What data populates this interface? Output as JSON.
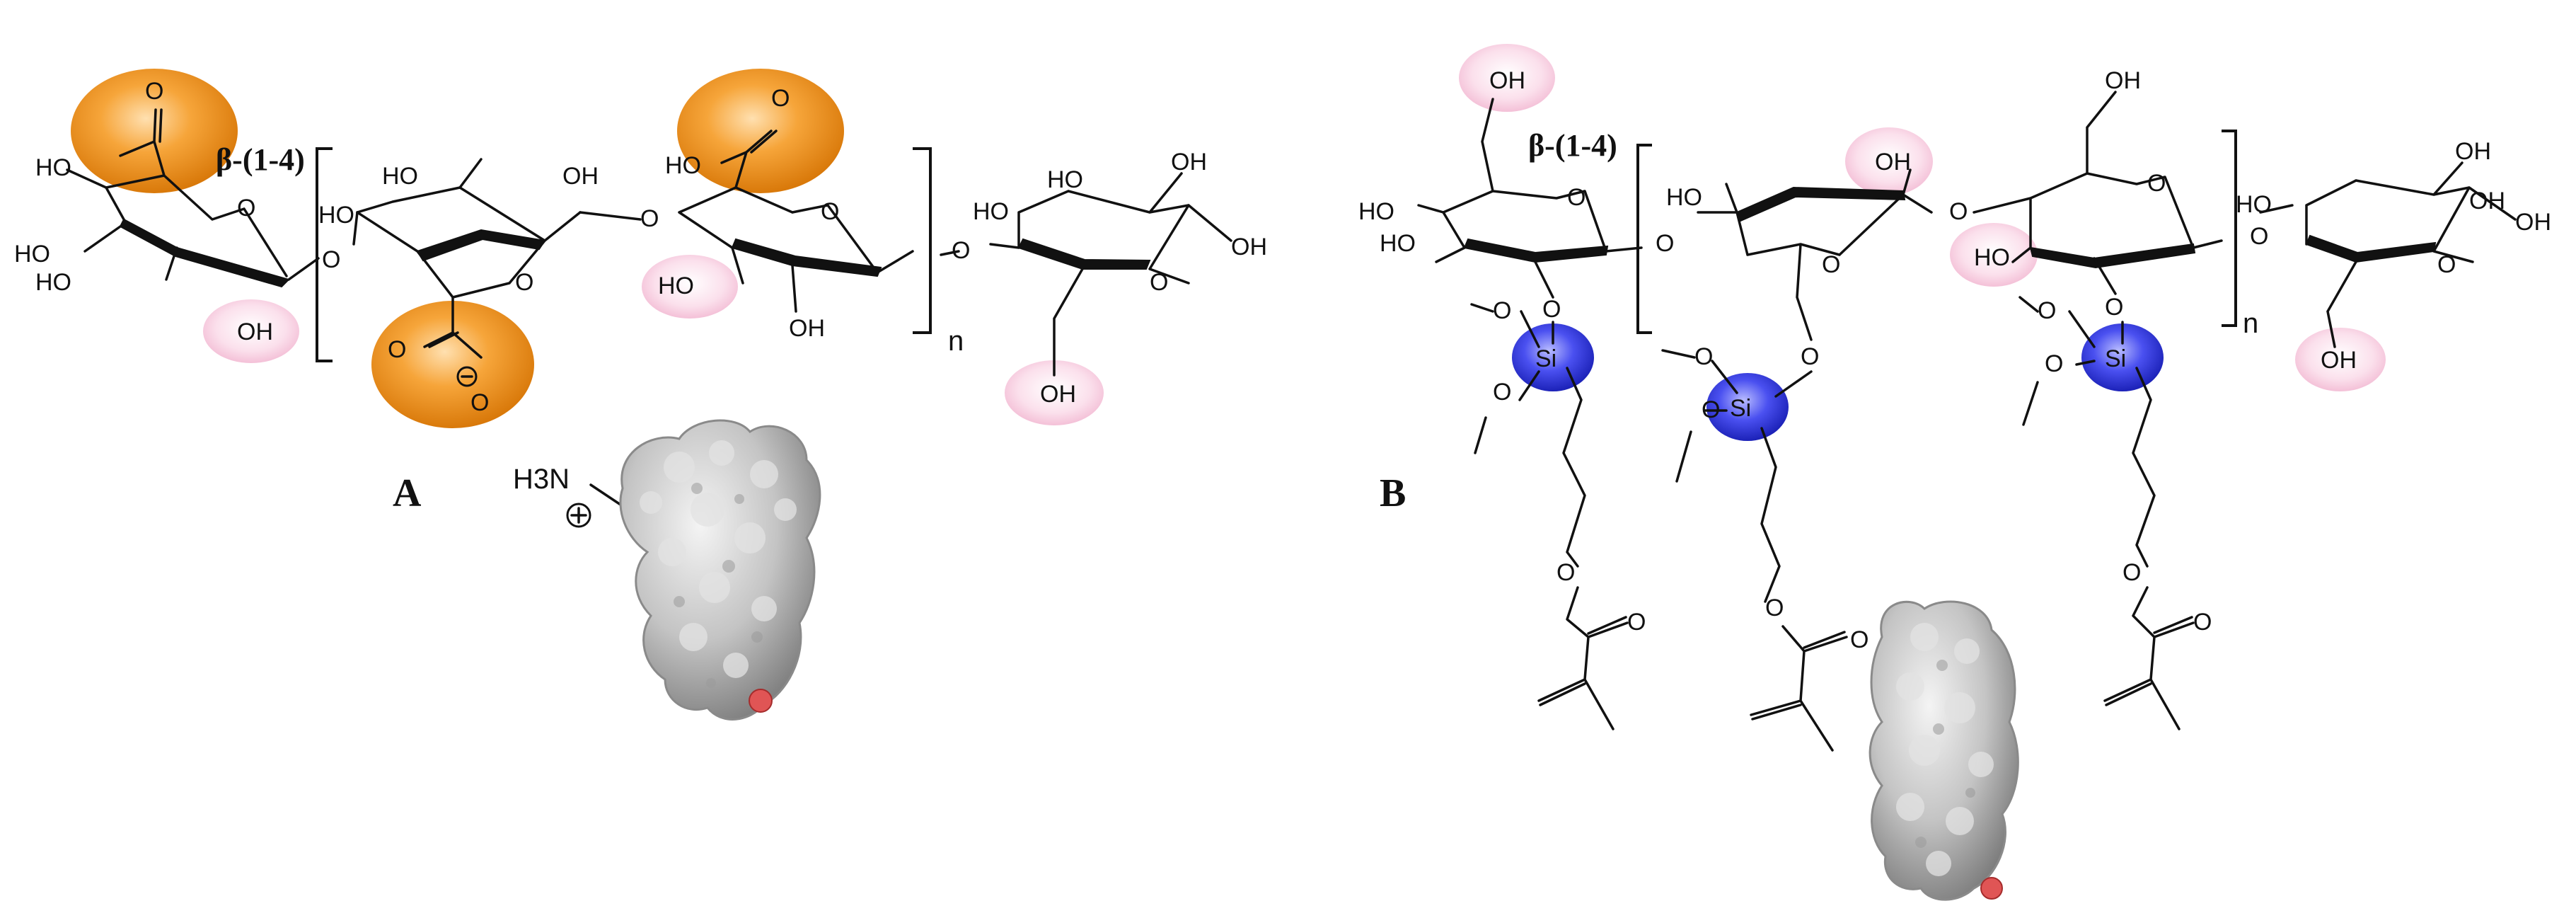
{
  "panels": {
    "a": {
      "label": "A",
      "linkage": "β-(1-4)",
      "repeat": "n",
      "amine": "H3N",
      "groups": {
        "oh": "OH",
        "ho": "HO",
        "o": "O",
        "neg_o": "O"
      }
    },
    "b": {
      "label": "B",
      "linkage": "β-(1-4)",
      "repeat": "n",
      "silicon": "Si",
      "groups": {
        "oh": "OH",
        "ho": "HO",
        "o": "O"
      }
    }
  },
  "colors": {
    "carboxyl_highlight": "#f39a1f",
    "hydroxyl_highlight": "#f7c6dd",
    "silicon_highlight": "#3a3fe0",
    "protein_surface": "#c9c9c9",
    "protein_active_site": "#e05555"
  }
}
